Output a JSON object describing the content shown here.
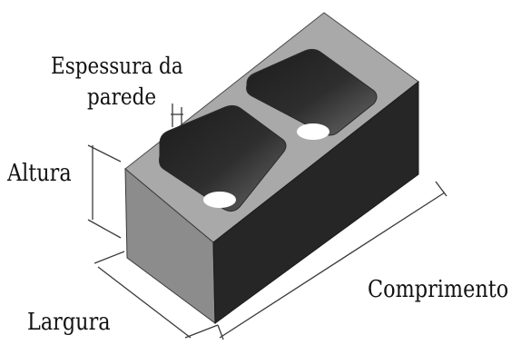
{
  "labels": {
    "wall_thickness_line1": "Espessura da",
    "wall_thickness_line2": "parede",
    "height": "Altura",
    "width": "Largura",
    "length": "Comprimento"
  },
  "colors": {
    "top_face": "#a9a9a9",
    "front_face": "#8c8c8c",
    "side_face": "#262626",
    "cavity_far": "#1a1a1a",
    "cavity_near": "#5e5e5e",
    "hole": "#ffffff",
    "dimension_line": "#3a3a3a"
  }
}
